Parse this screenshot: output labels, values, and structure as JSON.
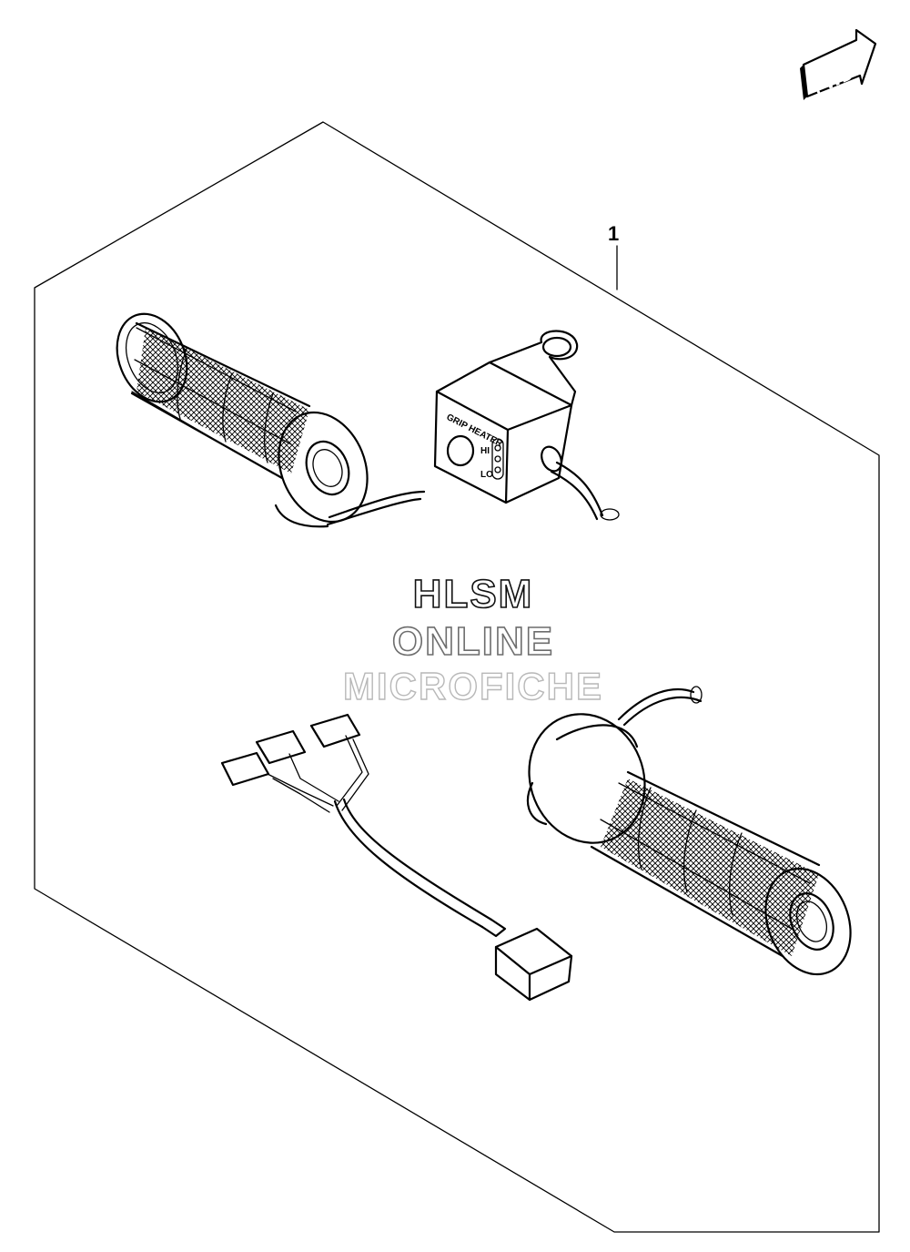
{
  "fwd_label": "FWD",
  "callout_label": "1",
  "switch_label": "GRIP HEATER",
  "switch_hi": "HI",
  "switch_lo": "LO",
  "watermark": {
    "line1": "HLSM",
    "line2": "ONLINE",
    "line3": "MICROFICHE"
  }
}
